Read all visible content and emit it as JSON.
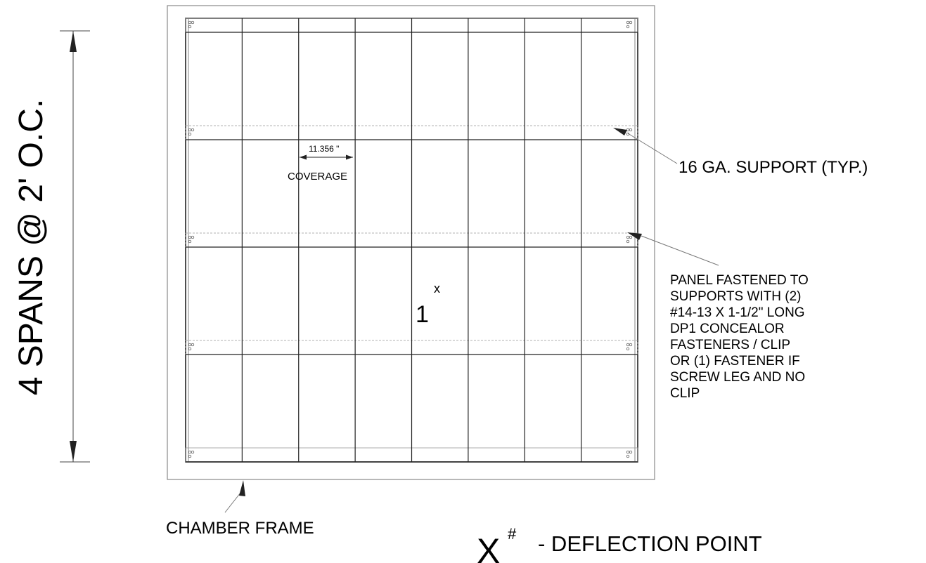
{
  "title": "",
  "dimension": {
    "span_label": "4 SPANS @ 2' O.C."
  },
  "coverage": {
    "value": "11.356 \"",
    "label": "COVERAGE"
  },
  "deflection_marker": {
    "number": "1",
    "mark": "x"
  },
  "callouts": {
    "support": "16 GA. SUPPORT (TYP.)",
    "fastener_lines": [
      "PANEL FASTENED TO",
      "SUPPORTS  WITH  (2)",
      "#14-13 X 1-1/2\" LONG",
      "DP1  CONCEALOR",
      "FASTENERS / CLIP",
      "OR (1) FASTENER IF",
      "SCREW LEG  AND NO",
      "CLIP"
    ],
    "chamber_frame": "CHAMBER FRAME"
  },
  "legend": {
    "symbol": "X",
    "superscript": "#",
    "text": "- DEFLECTION POINT"
  },
  "panel_count": 8,
  "support_count": 5
}
